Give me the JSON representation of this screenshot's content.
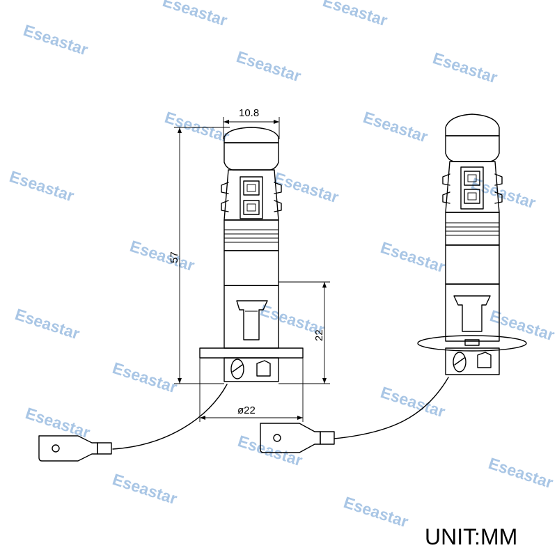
{
  "watermark": {
    "text": "Eseastar",
    "color": "#8db3dd"
  },
  "dimensions": {
    "top_width": "10.8",
    "total_length": "57",
    "base_height": "22",
    "flange_diameter": "ø22"
  },
  "unit_label": "UNIT:MM"
}
